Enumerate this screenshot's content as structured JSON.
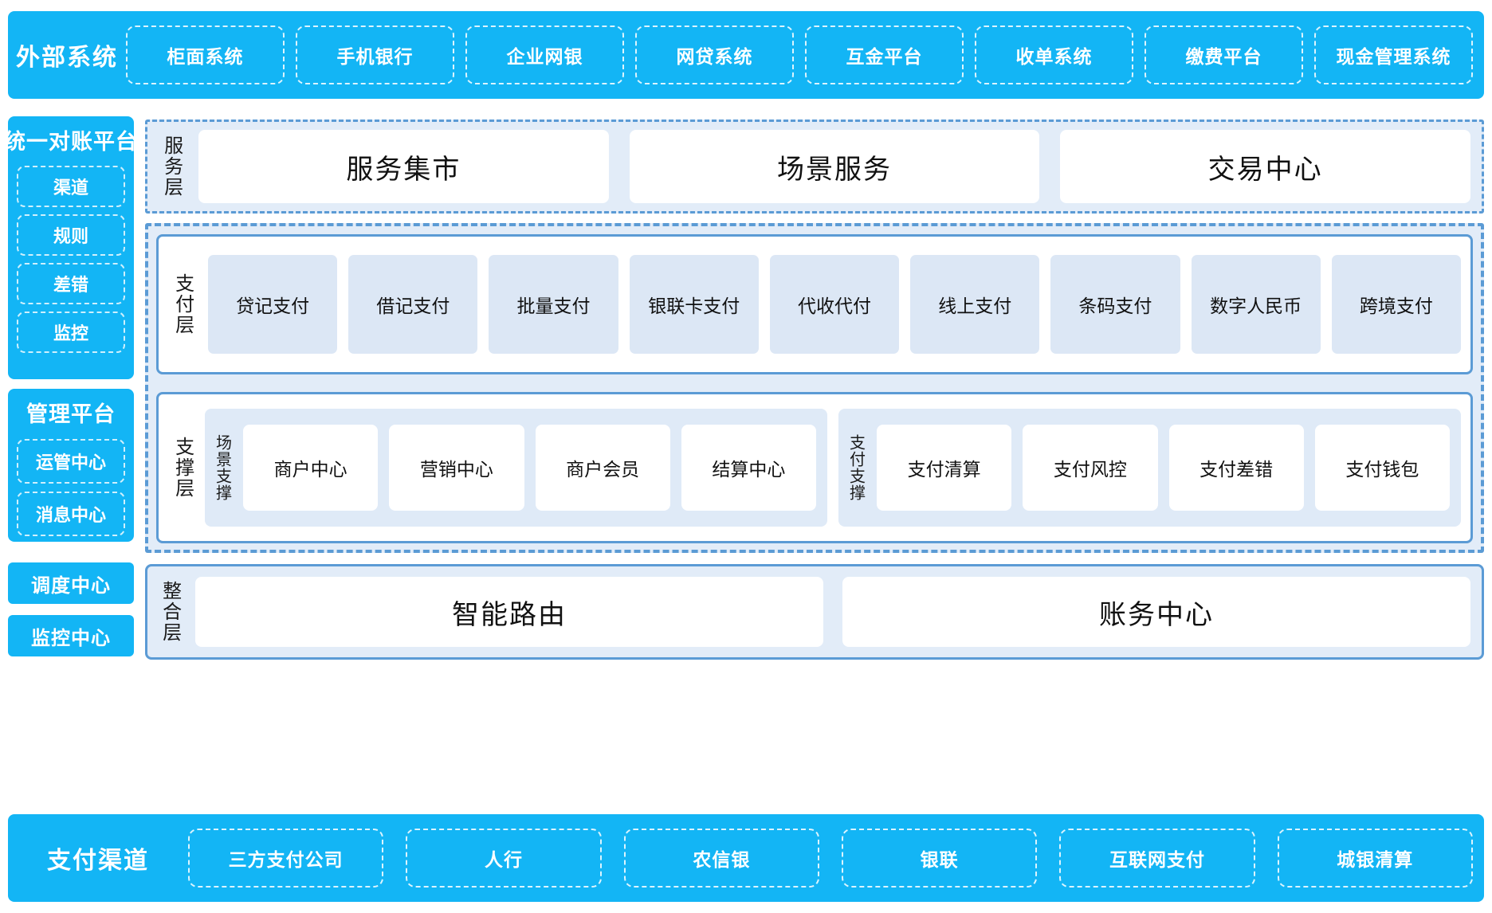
{
  "external_systems": {
    "title": "外部系统",
    "items": [
      "柜面系统",
      "手机银行",
      "企业网银",
      "网贷系统",
      "互金平台",
      "收单系统",
      "缴费平台",
      "现金管理系统"
    ]
  },
  "sidebar": {
    "reconciliation": {
      "title": "统一对账平台",
      "items": [
        "渠道",
        "规则",
        "差错",
        "监控"
      ]
    },
    "management": {
      "title": "管理平台",
      "items": [
        "运管中心",
        "消息中心"
      ]
    },
    "standalone": [
      "调度中心",
      "监控中心"
    ]
  },
  "service_layer": {
    "label": "服务层",
    "items": [
      "服务集市",
      "场景服务",
      "交易中心"
    ]
  },
  "payment_layer": {
    "label": "支付层",
    "items": [
      "贷记支付",
      "借记支付",
      "批量支付",
      "银联卡支付",
      "代收代付",
      "线上支付",
      "条码支付",
      "数字人民币",
      "跨境支付"
    ]
  },
  "support_layer": {
    "label": "支撑层",
    "groups": [
      {
        "label": "场景支撑",
        "items": [
          "商户中心",
          "营销中心",
          "商户会员",
          "结算中心"
        ]
      },
      {
        "label": "支付支撑",
        "items": [
          "支付清算",
          "支付风控",
          "支付差错",
          "支付钱包"
        ]
      }
    ]
  },
  "integration_layer": {
    "label": "整合层",
    "items": [
      "智能路由",
      "账务中心"
    ]
  },
  "payment_channels": {
    "title": "支付渠道",
    "items": [
      "三方支付公司",
      "人行",
      "农信银",
      "银联",
      "互联网支付",
      "城银清算"
    ]
  },
  "colors": {
    "brand_blue": "#13b5f5",
    "dash_blue": "#5b9bd5",
    "panel_fill": "#e2ecf8",
    "card_fill": "#dce7f5"
  }
}
